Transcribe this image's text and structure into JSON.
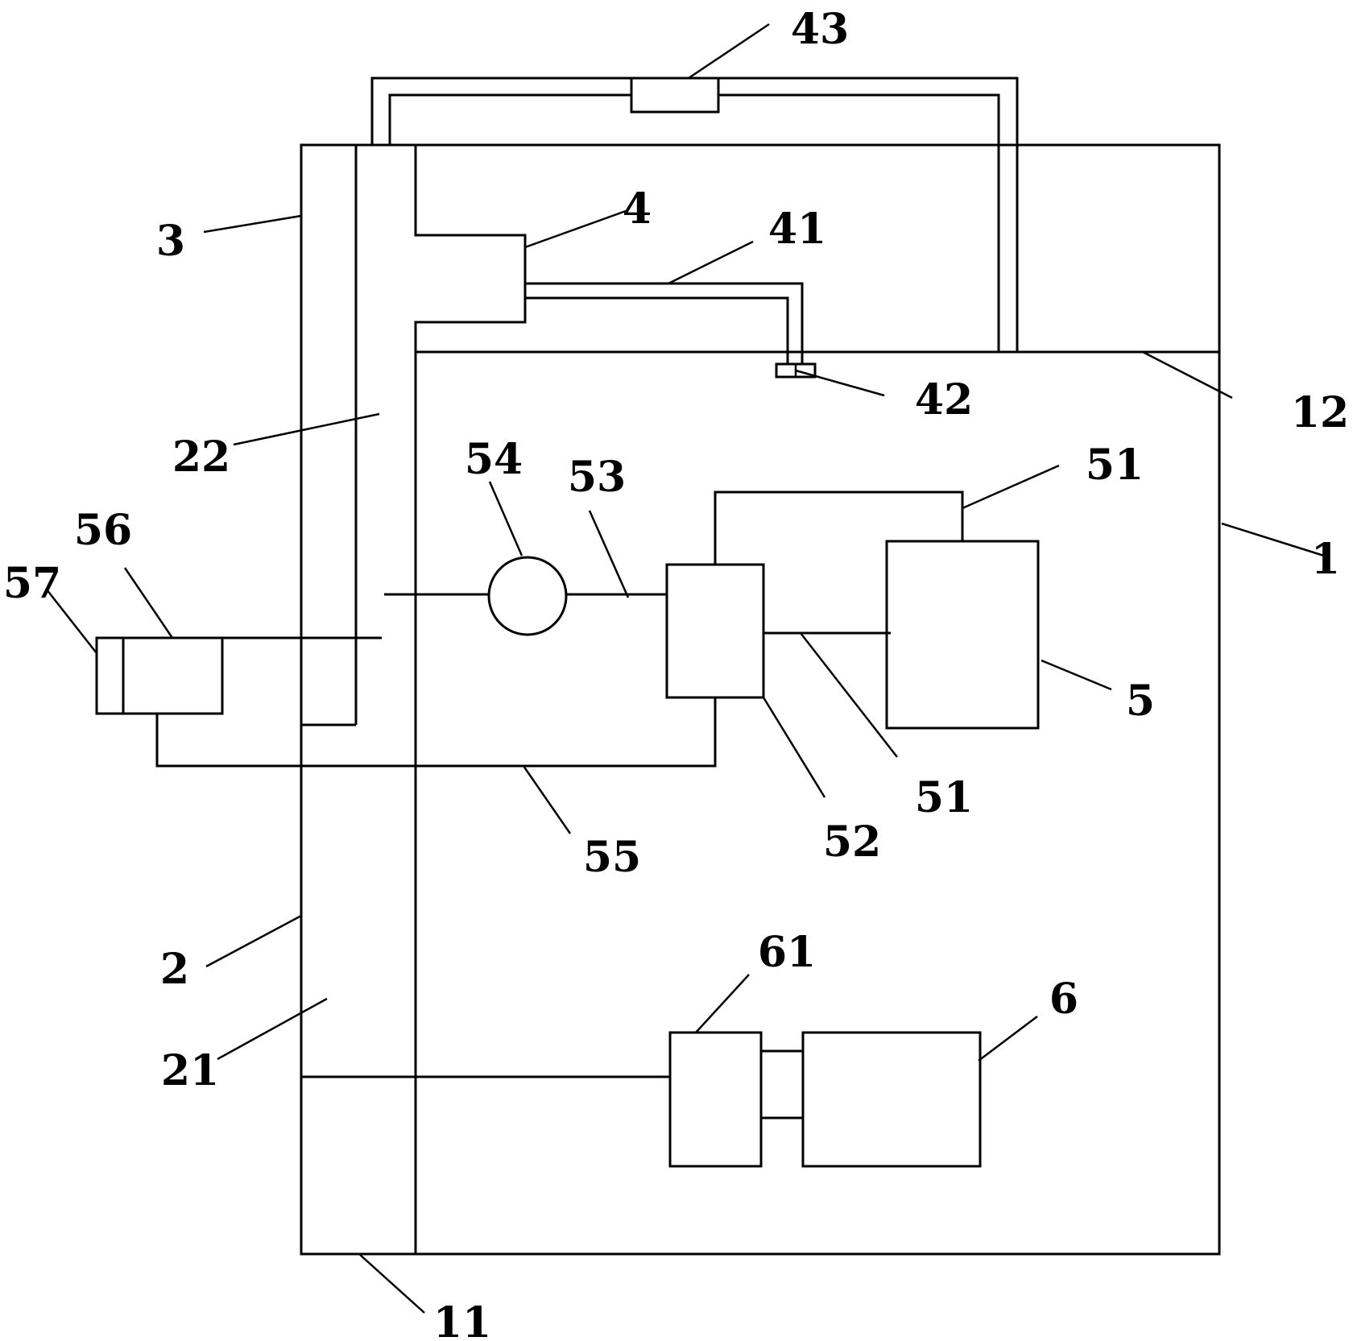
{
  "labels": {
    "l1": "1",
    "l2": "2",
    "l3": "3",
    "l4": "4",
    "l5": "5",
    "l6": "6",
    "l11": "11",
    "l12": "12",
    "l21": "21",
    "l22": "22",
    "l41": "41",
    "l42": "42",
    "l43": "43",
    "l51_top": "51",
    "l51_mid": "51",
    "l52": "52",
    "l53": "53",
    "l54": "54",
    "l55": "55",
    "l56": "56",
    "l57": "57",
    "l61": "61"
  }
}
